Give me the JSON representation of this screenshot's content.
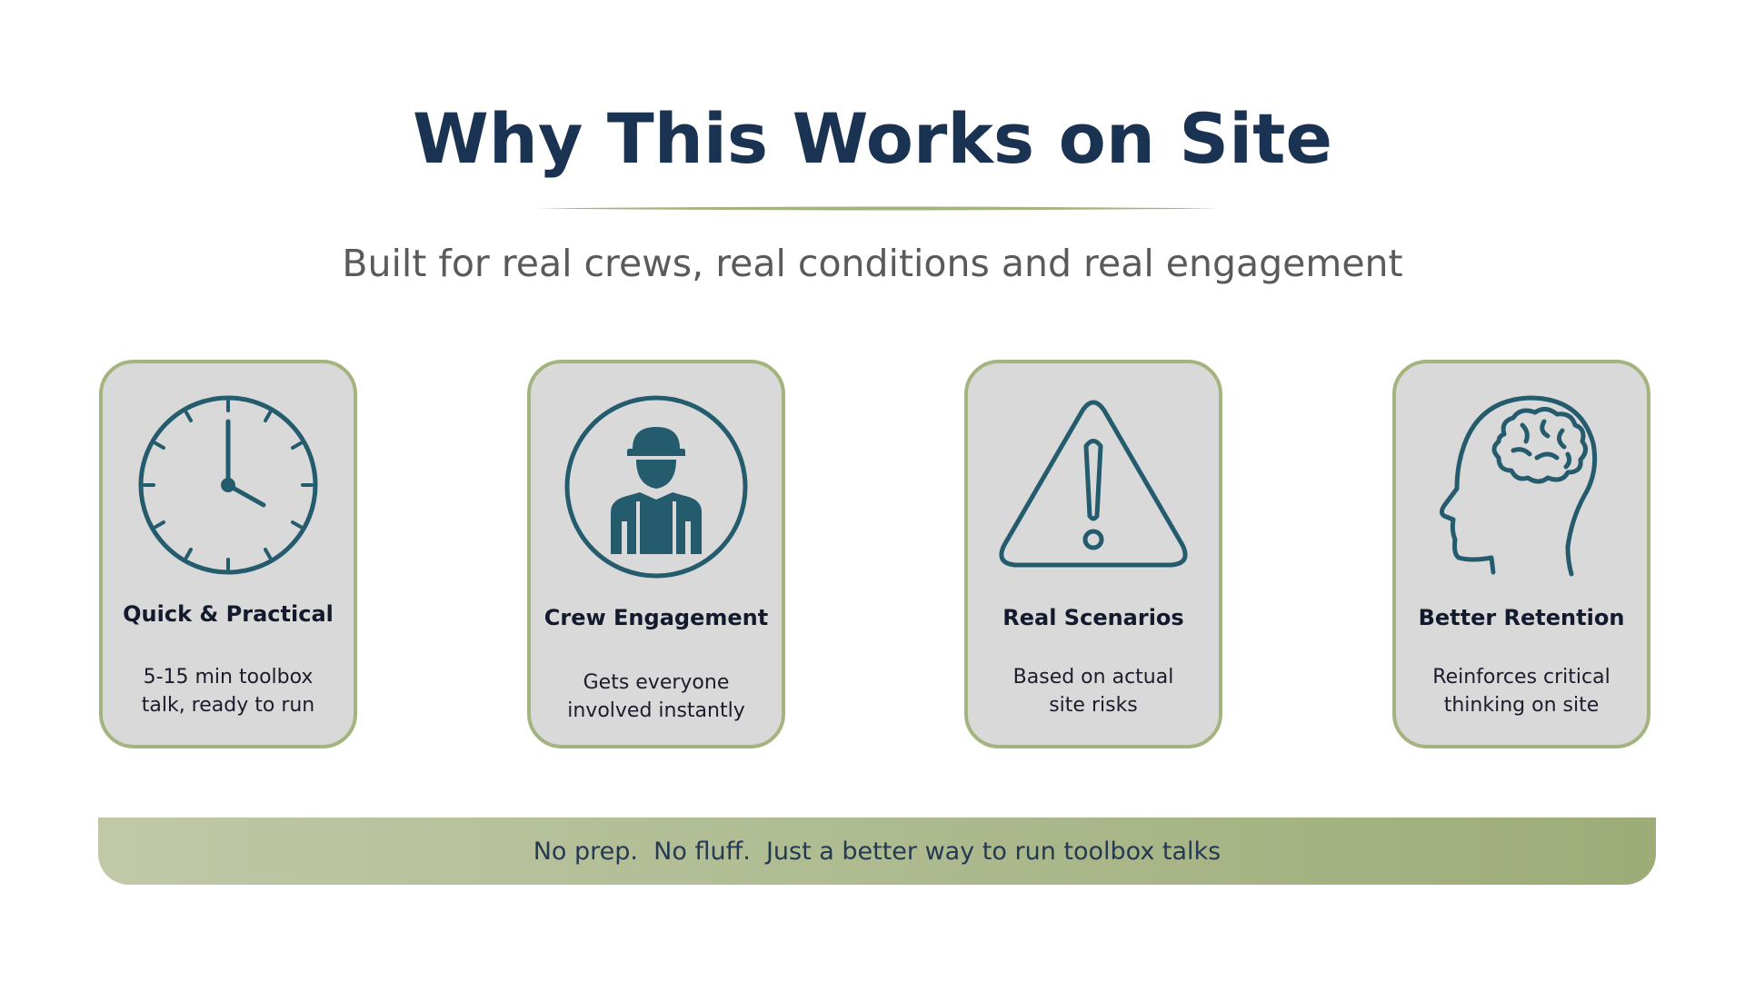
{
  "title": "Why This Works on Site",
  "subtitle": "Built for real crews, real conditions and real engagement",
  "colors": {
    "title": "#1b3352",
    "accent_green": "#a4b47e",
    "icon": "#245c6e",
    "card_bg": "#d9d9d9"
  },
  "cards": [
    {
      "icon": "clock-icon",
      "title": "Quick & Practical",
      "desc_line1": "5-15 min toolbox",
      "desc_line2": "talk, ready to run"
    },
    {
      "icon": "construction-worker-icon",
      "title": "Crew Engagement",
      "desc_line1": "Gets everyone",
      "desc_line2": "involved instantly"
    },
    {
      "icon": "warning-triangle-icon",
      "title": "Real Scenarios",
      "desc_line1": "Based on actual",
      "desc_line2": "site risks"
    },
    {
      "icon": "brain-head-icon",
      "title": "Better Retention",
      "desc_line1": "Reinforces critical",
      "desc_line2": "thinking on site"
    }
  ],
  "banner": {
    "text": "No prep.  No fluff.  Just a better way to run toolbox talks"
  }
}
